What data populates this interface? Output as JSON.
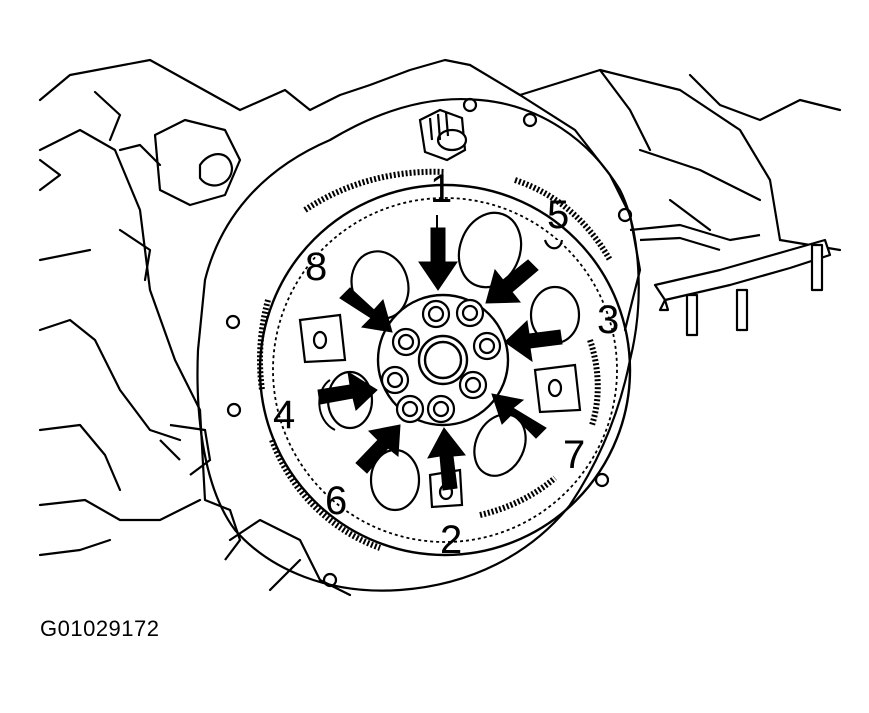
{
  "figure": {
    "code": "G01029172",
    "callouts": [
      "1",
      "2",
      "3",
      "4",
      "5",
      "6",
      "7",
      "8"
    ]
  },
  "colors": {
    "line": "#000000",
    "background": "#ffffff"
  }
}
